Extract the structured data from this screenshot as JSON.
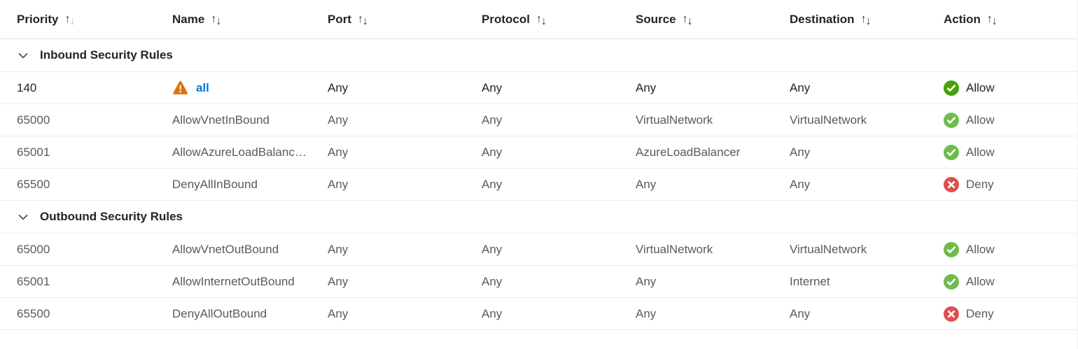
{
  "colors": {
    "link_blue": "#0078d4",
    "warning_orange": "#d9730b",
    "allow_green_custom": "#43a307",
    "allow_green_default": "#6fbc4c",
    "deny_red": "#e04f4f",
    "text_dark": "#252423",
    "text_gray": "#5c5a58"
  },
  "table": {
    "sort_glyphs": {
      "up": "↑",
      "down": "↓"
    },
    "columns": [
      {
        "label": "Priority",
        "sort": "asc"
      },
      {
        "label": "Name",
        "sort": "none"
      },
      {
        "label": "Port",
        "sort": "none"
      },
      {
        "label": "Protocol",
        "sort": "none"
      },
      {
        "label": "Source",
        "sort": "none"
      },
      {
        "label": "Destination",
        "sort": "none"
      },
      {
        "label": "Action",
        "sort": "none"
      }
    ],
    "sections": [
      {
        "title": "Inbound Security Rules",
        "rows": [
          {
            "priority": "140",
            "name": "all",
            "has_warning": true,
            "name_is_link": true,
            "port": "Any",
            "protocol": "Any",
            "source": "Any",
            "destination": "Any",
            "action": "Allow",
            "action_status": "allow-custom"
          },
          {
            "priority": "65000",
            "name": "AllowVnetInBound",
            "port": "Any",
            "protocol": "Any",
            "source": "VirtualNetwork",
            "destination": "VirtualNetwork",
            "action": "Allow",
            "action_status": "allow"
          },
          {
            "priority": "65001",
            "name": "AllowAzureLoadBalanc…",
            "port": "Any",
            "protocol": "Any",
            "source": "AzureLoadBalancer",
            "destination": "Any",
            "action": "Allow",
            "action_status": "allow"
          },
          {
            "priority": "65500",
            "name": "DenyAllInBound",
            "port": "Any",
            "protocol": "Any",
            "source": "Any",
            "destination": "Any",
            "action": "Deny",
            "action_status": "deny"
          }
        ]
      },
      {
        "title": "Outbound Security Rules",
        "rows": [
          {
            "priority": "65000",
            "name": "AllowVnetOutBound",
            "port": "Any",
            "protocol": "Any",
            "source": "VirtualNetwork",
            "destination": "VirtualNetwork",
            "action": "Allow",
            "action_status": "allow"
          },
          {
            "priority": "65001",
            "name": "AllowInternetOutBound",
            "port": "Any",
            "protocol": "Any",
            "source": "Any",
            "destination": "Internet",
            "action": "Allow",
            "action_status": "allow"
          },
          {
            "priority": "65500",
            "name": "DenyAllOutBound",
            "port": "Any",
            "protocol": "Any",
            "source": "Any",
            "destination": "Any",
            "action": "Deny",
            "action_status": "deny"
          }
        ]
      }
    ]
  }
}
